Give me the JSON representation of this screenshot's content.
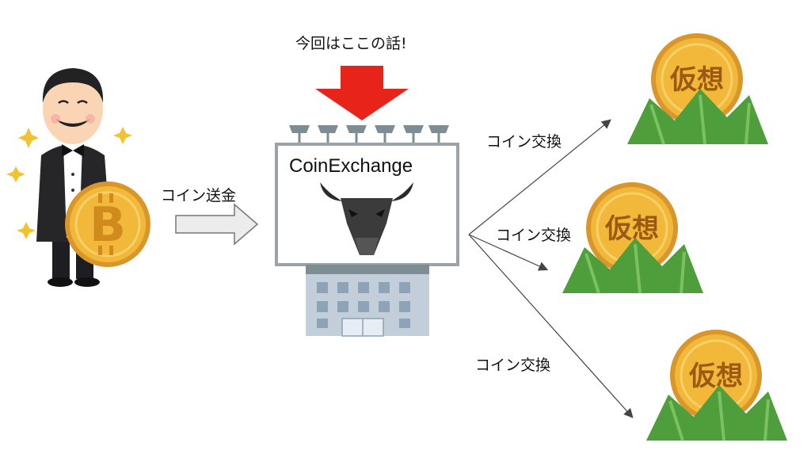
{
  "diagram": {
    "headline": "今回はここの話!",
    "send_label": "コイン送金",
    "exchange_name": "CoinExchange",
    "swap_labels": [
      "コイン交換",
      "コイン交換",
      "コイン交換"
    ],
    "coin_text": "仮想"
  },
  "colors": {
    "red_arrow": "#e8231a",
    "gold": "#f2b83a",
    "gold_dark": "#d9962a",
    "grass": "#4f9e3c",
    "grass_light": "#7cc160",
    "building": "#c2cfda"
  }
}
